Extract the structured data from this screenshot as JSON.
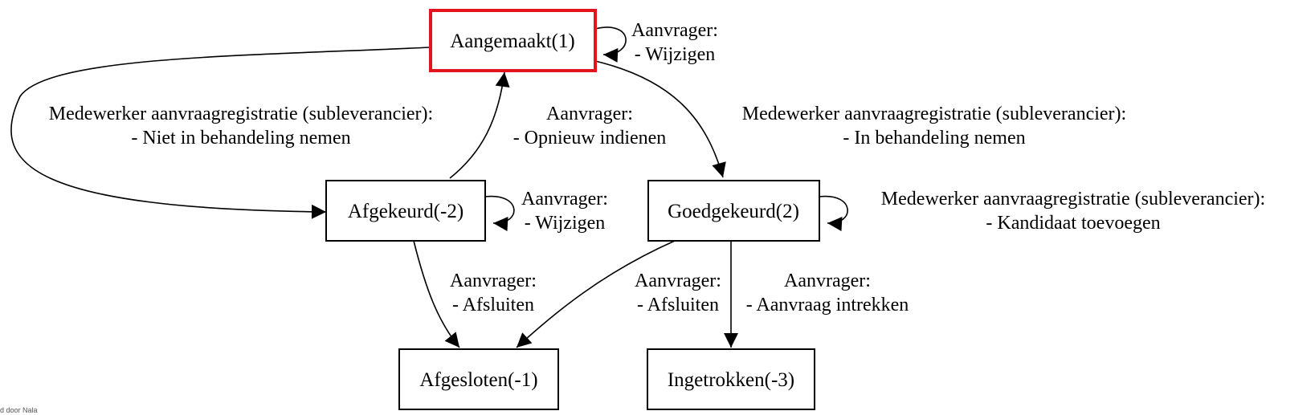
{
  "nodes": {
    "aangemaakt": {
      "label": "Aangemaakt(1)",
      "highlight_color": "#e3141c"
    },
    "afgekeurd": {
      "label": "Afgekeurd(-2)"
    },
    "goedgekeurd": {
      "label": "Goedgekeurd(2)"
    },
    "afgesloten": {
      "label": "Afgesloten(-1)"
    },
    "ingetrokken": {
      "label": "Ingetrokken(-3)"
    }
  },
  "edges": {
    "aangemaakt_self": {
      "line1": "Aanvrager:",
      "line2": "- Wijzigen"
    },
    "aangemaakt_to_afgekeurd": {
      "line1": "Medewerker aanvraagregistratie (subleverancier):",
      "line2": "- Niet in behandeling nemen"
    },
    "afgekeurd_to_aangemaakt": {
      "line1": "Aanvrager:",
      "line2": "- Opnieuw indienen"
    },
    "aangemaakt_to_goedgekeurd": {
      "line1": "Medewerker aanvraagregistratie (subleverancier):",
      "line2": "- In behandeling nemen"
    },
    "afgekeurd_self": {
      "line1": "Aanvrager:",
      "line2": "- Wijzigen"
    },
    "goedgekeurd_self": {
      "line1": "Medewerker aanvraagregistratie (subleverancier):",
      "line2": "- Kandidaat toevoegen"
    },
    "afgekeurd_to_afgesloten": {
      "line1": "Aanvrager:",
      "line2": "- Afsluiten"
    },
    "goedgekeurd_to_afgesloten": {
      "line1": "Aanvrager:",
      "line2": "- Afsluiten"
    },
    "goedgekeurd_to_ingetrokken": {
      "line1": "Aanvrager:",
      "line2": "- Aanvraag intrekken"
    }
  },
  "footer": "d door Nala"
}
